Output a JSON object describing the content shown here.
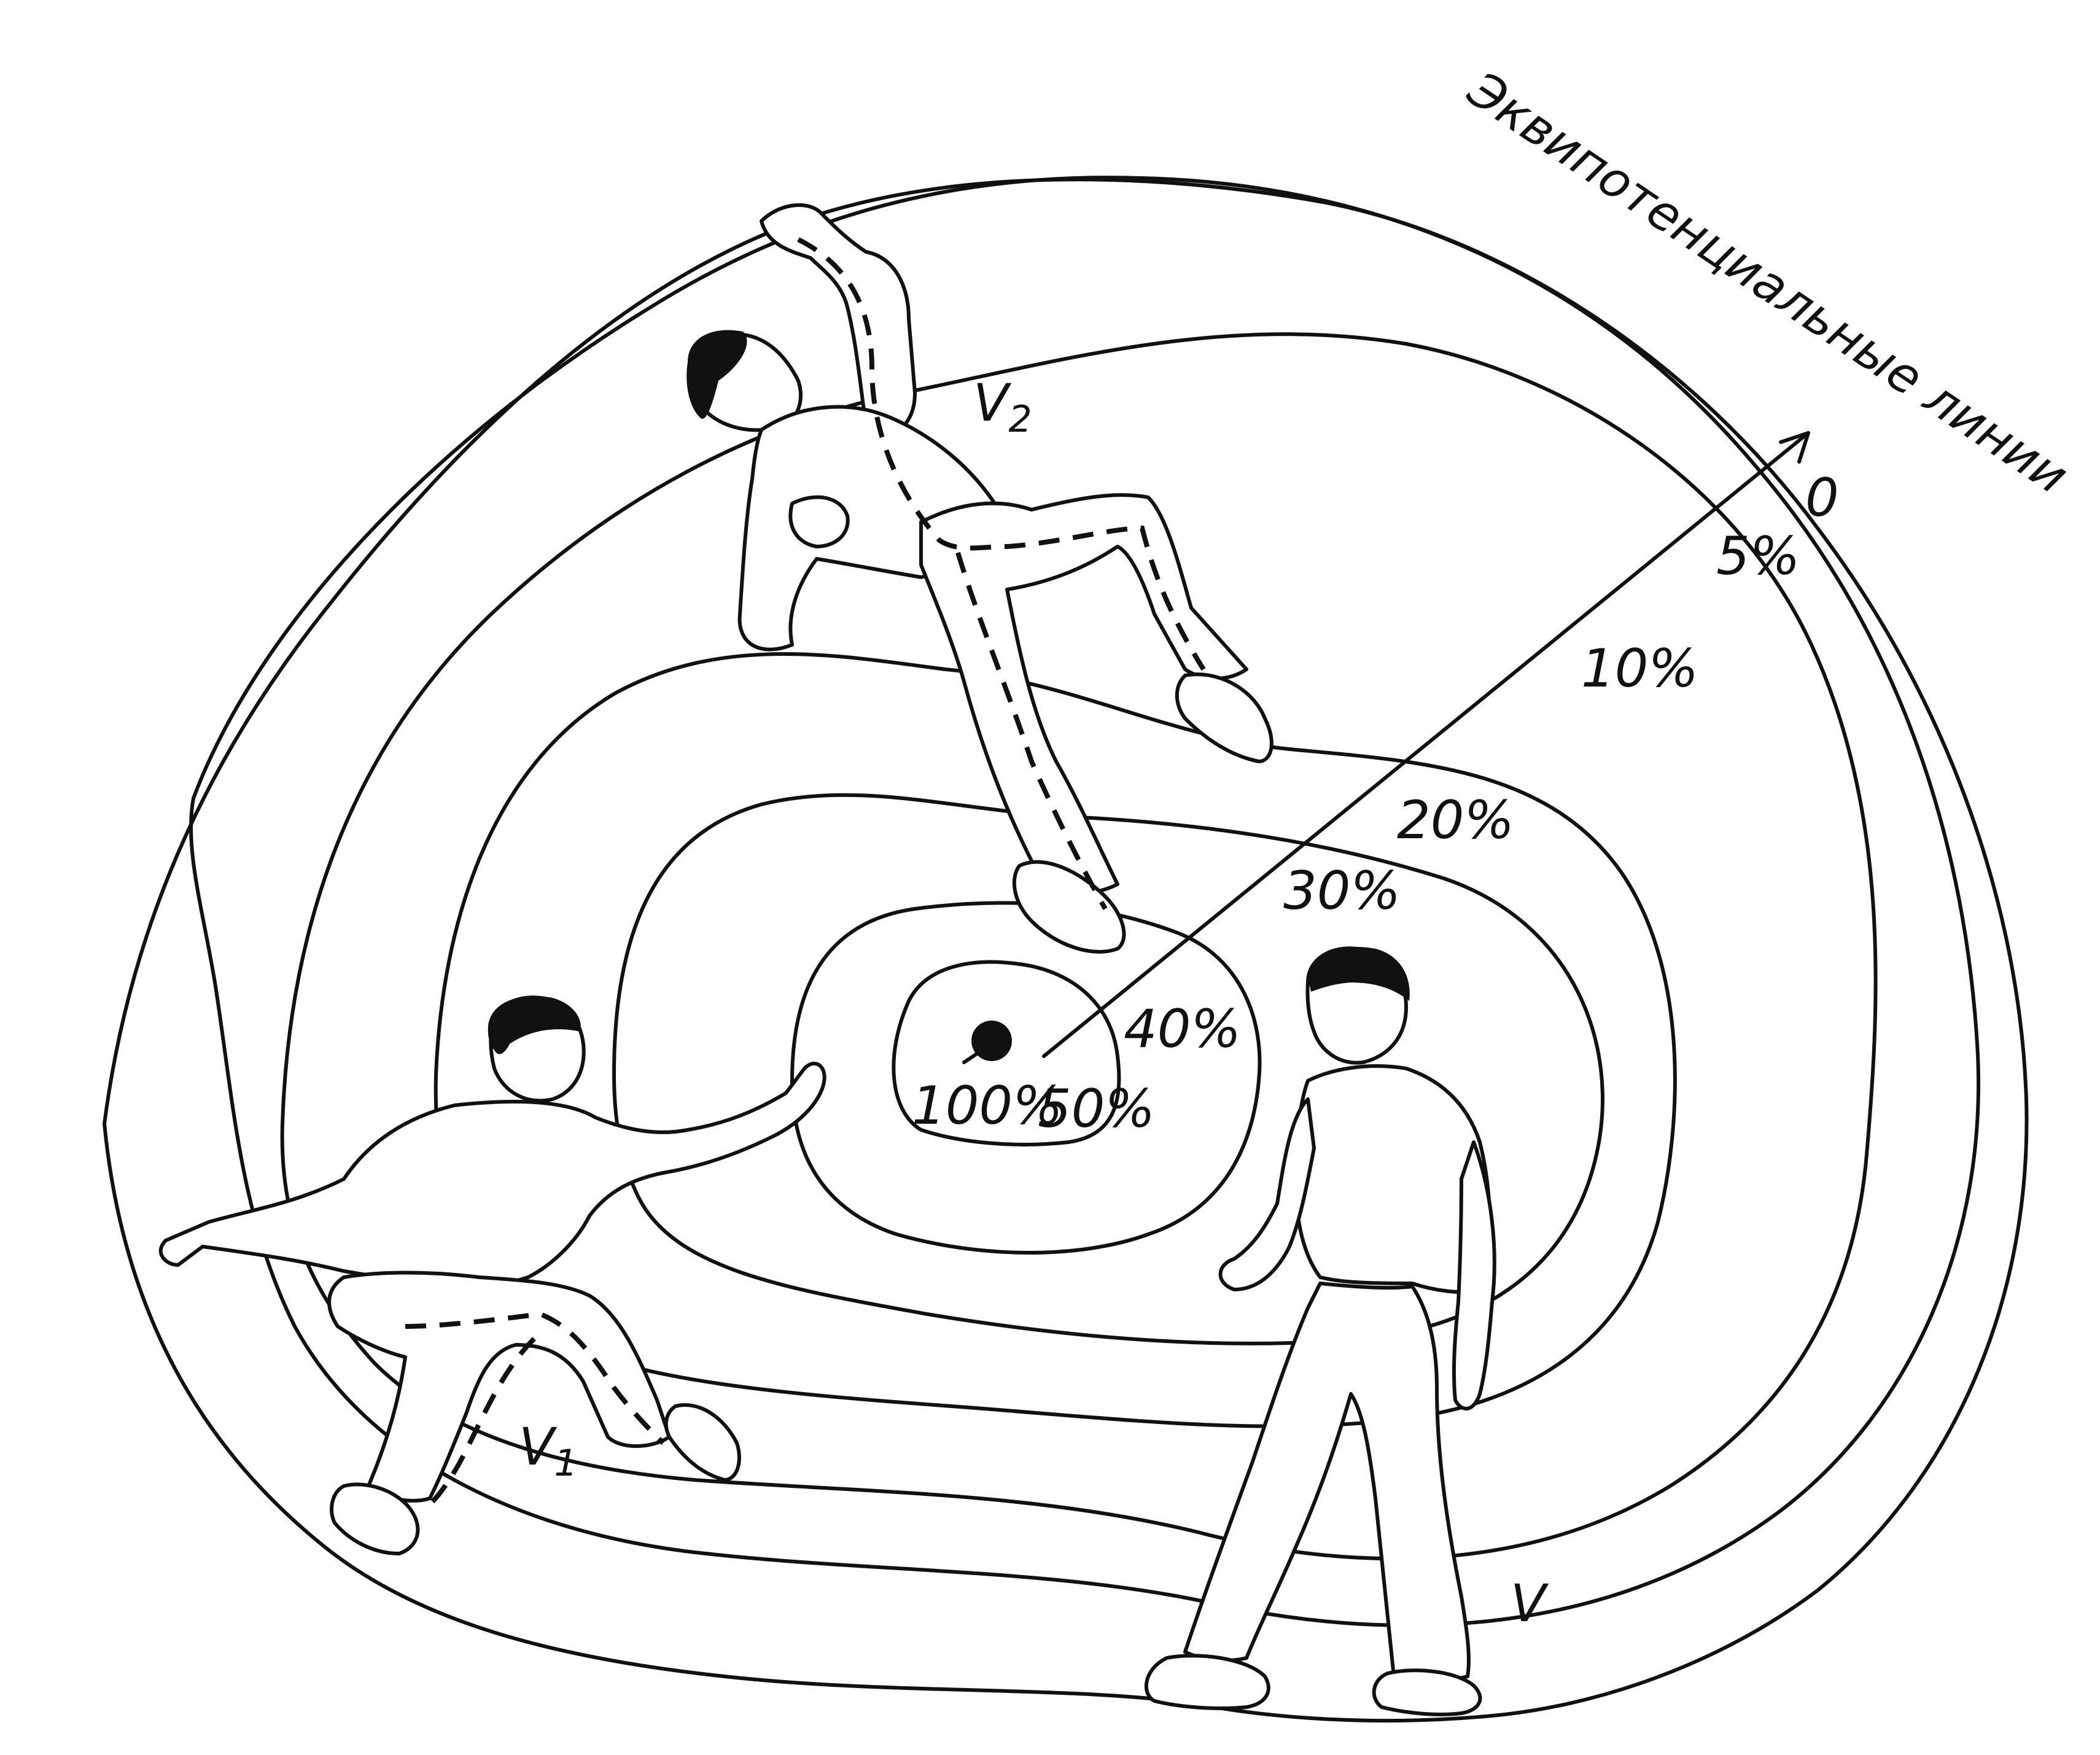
{
  "title": "Эквипотенциальные линии",
  "axis_end_label": "0",
  "levels": [
    "5%",
    "10%",
    "20%",
    "30%",
    "40%",
    "50%",
    "100%"
  ],
  "person_labels": {
    "v": "V",
    "v1_main": "V",
    "v1_sub": "1",
    "v2_main": "V",
    "v2_sub": "2"
  }
}
